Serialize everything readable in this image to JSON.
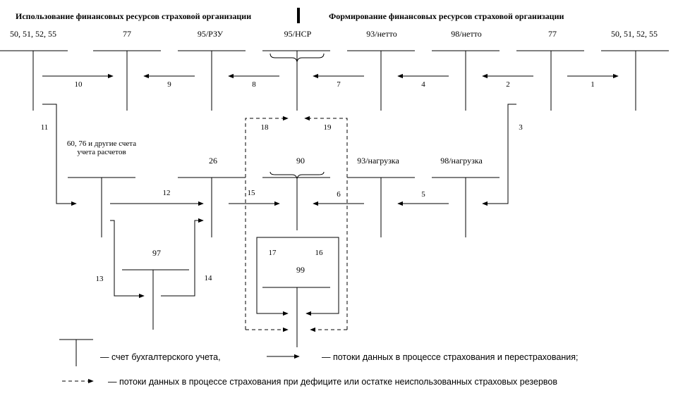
{
  "header": {
    "left": "Использование финансовых ресурсов страховой организации",
    "right": "Формирование финансовых ресурсов страховой организации"
  },
  "accounts": {
    "a50_left": "50, 51, 52, 55",
    "a77_left": "77",
    "a95rzu": "95/РЗУ",
    "a95nsr": "95/НСР",
    "a93netto": "93/нетто",
    "a98netto": "98/нетто",
    "a77_right": "77",
    "a50_right": "50, 51, 52, 55",
    "a60": "60, 76 и другие счета учета расчетов",
    "a26": "26",
    "a90": "90",
    "a93nagr": "93/нагрузка",
    "a98nagr": "98/нагрузка",
    "a97": "97",
    "a99": "99"
  },
  "flows": [
    "1",
    "2",
    "3",
    "4",
    "5",
    "6",
    "7",
    "8",
    "9",
    "10",
    "11",
    "12",
    "13",
    "14",
    "15",
    "16",
    "17",
    "18",
    "19"
  ],
  "legend": {
    "account": "— счет бухгалтерского учета,",
    "solid": "— потоки данных в процессе страхования и перестрахования;",
    "dashed": "— потоки данных в процессе страхования при дефиците или остатке неиспользованных страховых резервов"
  }
}
